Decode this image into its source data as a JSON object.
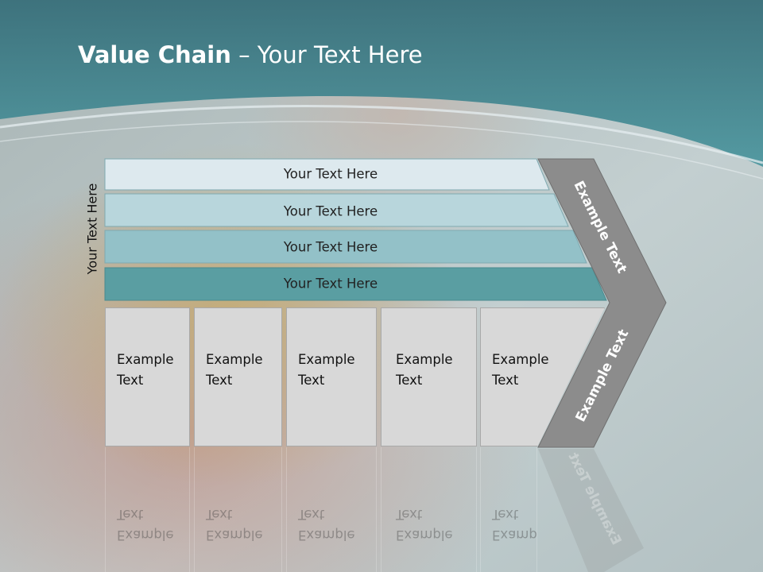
{
  "slide": {
    "title_bold": "Value Chain",
    "title_rest": " – Your Text Here",
    "side_label": "Your Text Here",
    "bands": [
      {
        "label": "Your Text Here",
        "color": "#dde9ee"
      },
      {
        "label": "Your Text Here",
        "color": "#b8d6dc"
      },
      {
        "label": "Your Text Here",
        "color": "#93c1c8"
      },
      {
        "label": "Your Text Here",
        "color": "#5a9ea2"
      }
    ],
    "boxes": [
      {
        "line1": "Example",
        "line2": "Text"
      },
      {
        "line1": "Example",
        "line2": "Text"
      },
      {
        "line1": "Example",
        "line2": "Text"
      },
      {
        "line1": "Example",
        "line2": "Text"
      },
      {
        "line1": "Example",
        "line2": "Text"
      }
    ],
    "chevron_top_label": "Example Text",
    "chevron_bottom_label": "Example Text",
    "colors": {
      "header": "#3f8e96",
      "chevron": "#8c8c8c",
      "background": "#b6c3c4"
    }
  }
}
